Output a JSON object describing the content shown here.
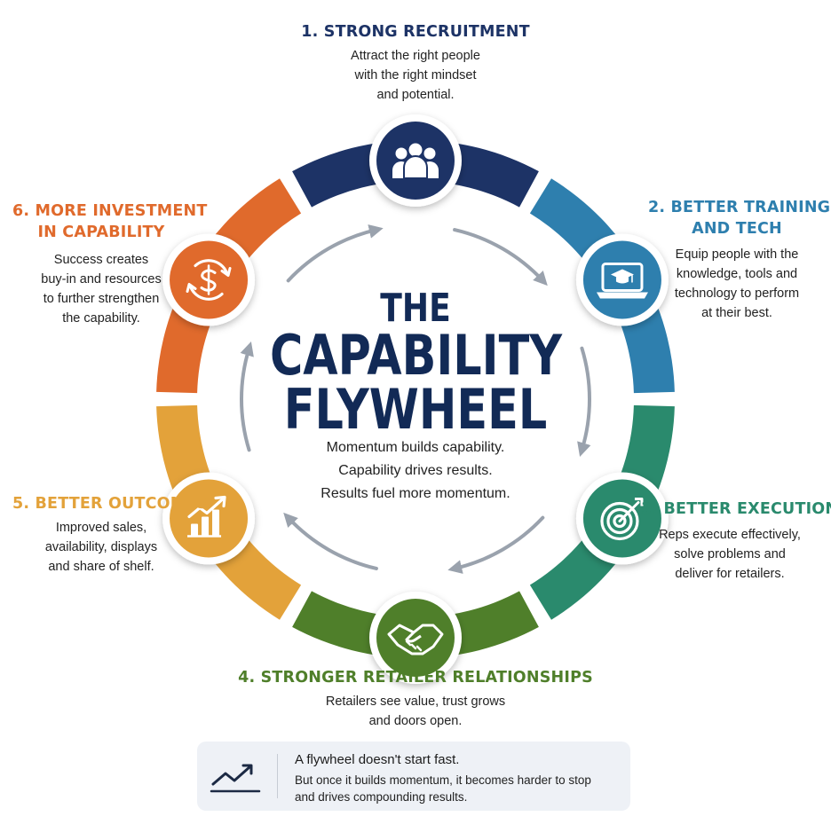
{
  "title": {
    "line1": "THE",
    "line2": "CAPABILITY",
    "line3": "FLYWHEEL",
    "sub1": "Momentum builds capability.",
    "sub2": "Capability drives results.",
    "sub3": "Results fuel more momentum."
  },
  "steps": [
    {
      "id": "recruitment",
      "title_lines": [
        "1. STRONG RECRUITMENT"
      ],
      "desc_lines": [
        "Attract the right people",
        "with the right mindset",
        "and potential."
      ],
      "color": "#1d3366",
      "icon": "people-icon"
    },
    {
      "id": "training",
      "title_lines": [
        "2. BETTER TRAINING",
        "AND TECH"
      ],
      "desc_lines": [
        "Equip people with the",
        "knowledge, tools and",
        "technology to perform",
        "at their best."
      ],
      "color": "#2e7fae",
      "icon": "laptop-graduation-icon"
    },
    {
      "id": "execution",
      "title_lines": [
        "3. BETTER EXECUTION"
      ],
      "desc_lines": [
        "Reps execute effectively,",
        "solve problems and",
        "deliver for retailers."
      ],
      "color": "#2a8a6d",
      "icon": "target-icon"
    },
    {
      "id": "relationships",
      "title_lines": [
        "4. STRONGER RETAILER RELATIONSHIPS"
      ],
      "desc_lines": [
        "Retailers see value, trust grows",
        "and doors open."
      ],
      "color": "#4f7f2a",
      "icon": "handshake-icon"
    },
    {
      "id": "outcomes",
      "title_lines": [
        "5. BETTER OUTCOMES"
      ],
      "desc_lines": [
        "Improved sales,",
        "availability, displays",
        "and share of shelf."
      ],
      "color": "#e3a23a",
      "icon": "growth-chart-icon"
    },
    {
      "id": "investment",
      "title_lines": [
        "6. MORE INVESTMENT",
        "IN CAPABILITY"
      ],
      "desc_lines": [
        "Success creates",
        "buy-in and resources",
        "to further strengthen",
        "the capability."
      ],
      "color": "#e06a2c",
      "icon": "dollar-cycle-icon"
    }
  ],
  "note": {
    "headline": "A flywheel doesn't start fast.",
    "body_line1": "But once it builds momentum, it becomes harder to stop",
    "body_line2": "and drives compounding results.",
    "icon": "trend-line-icon"
  },
  "colors": {
    "navy": "#1d3366",
    "blue": "#2e7fae",
    "teal": "#2a8a6d",
    "green": "#4f7f2a",
    "gold": "#e3a23a",
    "orange": "#e06a2c",
    "title": "#122a56",
    "arrow": "#9aa2ad"
  }
}
